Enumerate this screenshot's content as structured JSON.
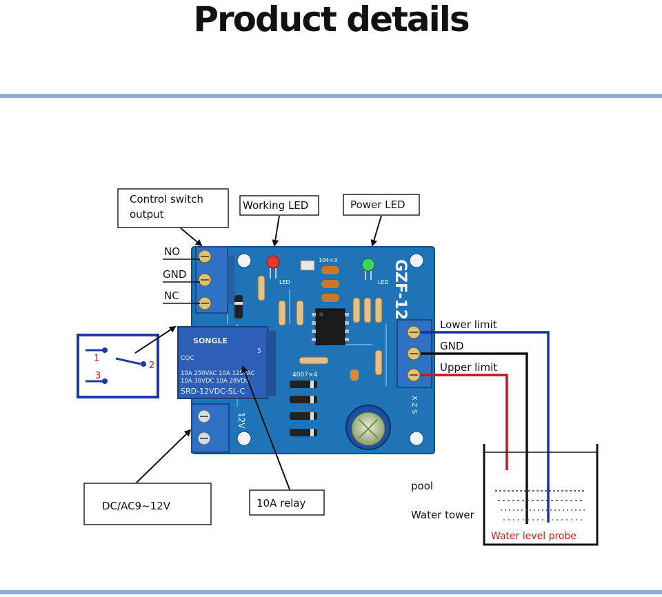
{
  "header": {
    "title": "Product details"
  },
  "callouts": {
    "control_switch_line1": "Control switch",
    "control_switch_line2": "output",
    "working_led": "Working LED",
    "power_led": "Power LED",
    "power_input": "DC/AC9~12V",
    "relay": "10A relay"
  },
  "relay_terminals": {
    "no": "NO",
    "gnd": "GND",
    "nc": "NC"
  },
  "switch_symbol": {
    "pin1": "1",
    "pin2": "2",
    "pin3": "3"
  },
  "probe_terminals": {
    "lower_limit": "Lower limit",
    "gnd": "GND",
    "upper_limit": "Upper limit"
  },
  "tank": {
    "pool": "pool",
    "water_tower": "Water tower",
    "probe_label": "Water level probe"
  },
  "board": {
    "model": "GZF-12",
    "led_marks": [
      "LED",
      "LED"
    ],
    "voltage_mark": "12V",
    "terminal_marks": "X Z S",
    "diode_mark": "4007×4",
    "cap_mark": "104×3"
  },
  "relay_module": {
    "brand": "SONGLE",
    "cert": "CQC",
    "rating_line1": "10A 250VAC  10A 125VAC",
    "rating_line2": "10A  30VDC  10A  28VDC",
    "model": "SRD-12VDC-SL-C",
    "pins": "5"
  },
  "colors": {
    "board": "#1f74b8",
    "terminal": "#2f72c4",
    "wire_blue": "#1630a8",
    "wire_red": "#c21717",
    "wire_black": "#111111",
    "switch_frame": "#1b3aa8",
    "probe_text": "#cc1a1a",
    "rule": "#90acd2"
  }
}
